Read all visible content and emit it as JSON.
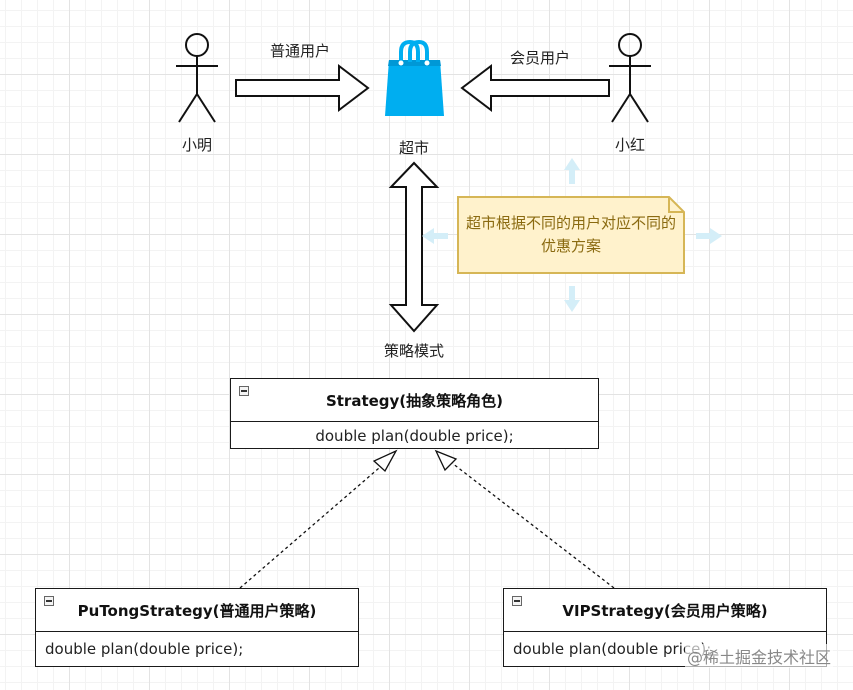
{
  "actors": {
    "left": {
      "name": "小明"
    },
    "right": {
      "name": "小红"
    }
  },
  "arrows": {
    "left_label": "普通用户",
    "right_label": "会员用户"
  },
  "center": {
    "name": "超市",
    "icon": "shopping-bag-icon",
    "color": "#00aef0"
  },
  "pattern_label": "策略模式",
  "note": {
    "text": "超市根据不同的用户对应不同的优惠方案",
    "fill": "#fff2cc",
    "stroke": "#d6b656"
  },
  "classes": {
    "strategy": {
      "title": "Strategy(抽象策略角色)",
      "method": "double plan(double price);"
    },
    "putong": {
      "title": "PuTongStrategy(普通用户策略)",
      "method": "double plan(double price);"
    },
    "vip": {
      "title": "VIPStrategy(会员用户策略)",
      "method": "double plan(double price);"
    }
  },
  "watermark": "@稀土掘金技术社区"
}
